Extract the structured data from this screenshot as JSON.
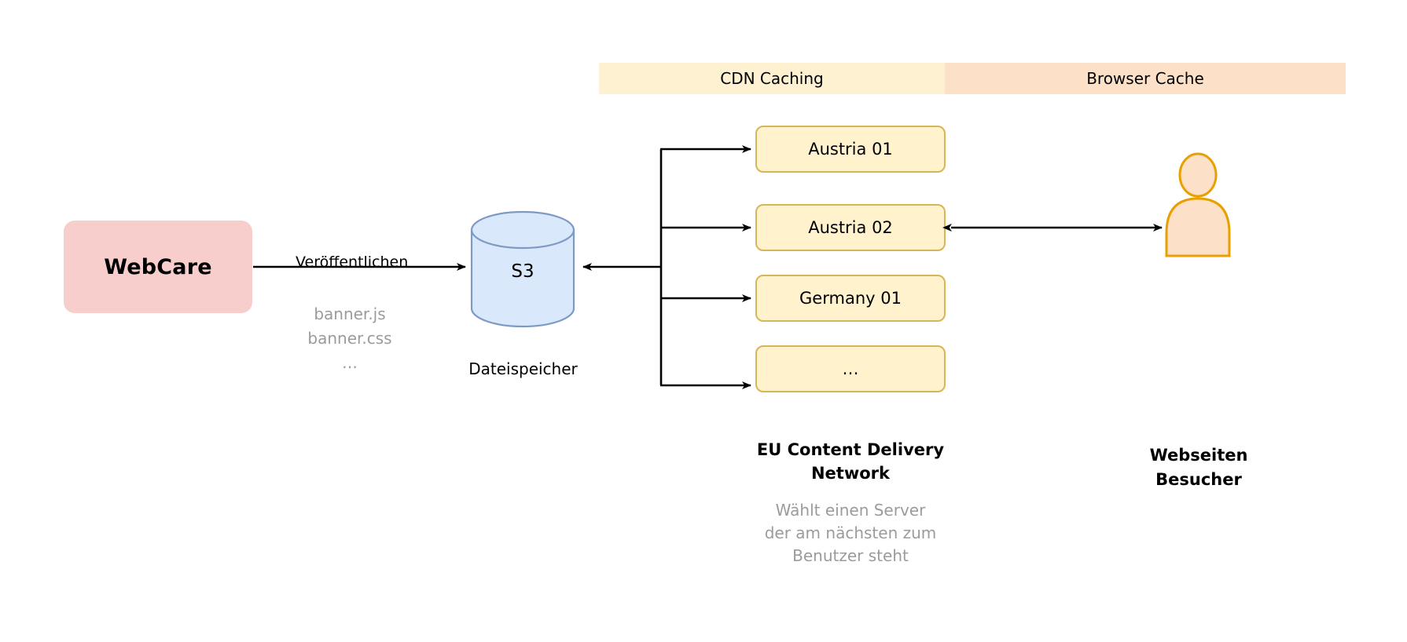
{
  "diagram": {
    "title": "WebCare CDN delivery architecture",
    "phases": [
      {
        "id": "cdn-caching",
        "label": "CDN Caching",
        "color": "#FDF1D1"
      },
      {
        "id": "browser-cache",
        "label": "Browser Cache",
        "color": "#FCE1C8"
      }
    ],
    "source": {
      "label": "WebCare",
      "color": "#F8CECC"
    },
    "publish": {
      "edge_label": "Veröffentlichen",
      "files": "banner.js\nbanner.css\n…",
      "file_lines": [
        "banner.js",
        "banner.css",
        "…"
      ]
    },
    "storage": {
      "label": "S3",
      "caption": "Dateispeicher",
      "fill": "#DAE8FC",
      "stroke": "#7D9AC4"
    },
    "cdn": {
      "nodes": [
        {
          "label": "Austria 01"
        },
        {
          "label": "Austria 02"
        },
        {
          "label": "Germany 01"
        },
        {
          "label": "…"
        }
      ],
      "title": "EU Content Delivery\nNetwork",
      "title_lines": [
        "EU Content Delivery",
        "Network"
      ],
      "subtitle_lines": [
        "Wählt einen Server",
        "der am nächsten zum",
        "Benutzer steht"
      ],
      "fill": "#FFF2CC",
      "stroke": "#D6B656"
    },
    "visitor": {
      "caption_lines": [
        "Webseiten",
        "Besucher"
      ],
      "fill": "#FCE1C8",
      "stroke": "#E8A000"
    },
    "colors": {
      "edge": "#000000",
      "muted_text": "#9b9b9b",
      "background": "#ffffff"
    }
  }
}
